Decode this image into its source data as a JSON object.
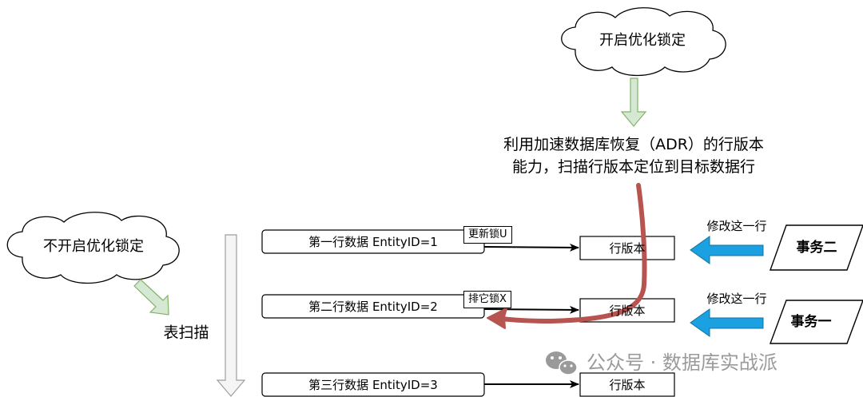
{
  "clouds": {
    "enabled": "开启优化锁定",
    "disabled": "不开启优化锁定"
  },
  "description": {
    "line1": "利用加速数据库恢复（ADR）的行版本",
    "line2": "能力，扫描行版本定位到目标数据行"
  },
  "scan_label": "表扫描",
  "rows": [
    {
      "label": "第一行数据 EntityID=1",
      "lock": "更新锁U",
      "version": "行版本"
    },
    {
      "label": "第二行数据 EntityID=2",
      "lock": "排它锁X",
      "version": "行版本"
    },
    {
      "label": "第三行数据 EntityID=3",
      "lock": "",
      "version": "行版本"
    }
  ],
  "transactions": [
    {
      "label": "事务二",
      "action": "修改这一行"
    },
    {
      "label": "事务一",
      "action": "修改这一行"
    }
  ],
  "watermark": {
    "icon": "wechat-icon",
    "text": "公众号 · 数据库实战派"
  },
  "colors": {
    "green_arrow_fill": "#d5e8d4",
    "green_arrow_stroke": "#82b366",
    "blue_arrow": "#1ba1e2",
    "red_curve": "#b85450",
    "scan_arrow_fill": "#f5f5f5",
    "scan_arrow_stroke": "#9e9e9e"
  }
}
